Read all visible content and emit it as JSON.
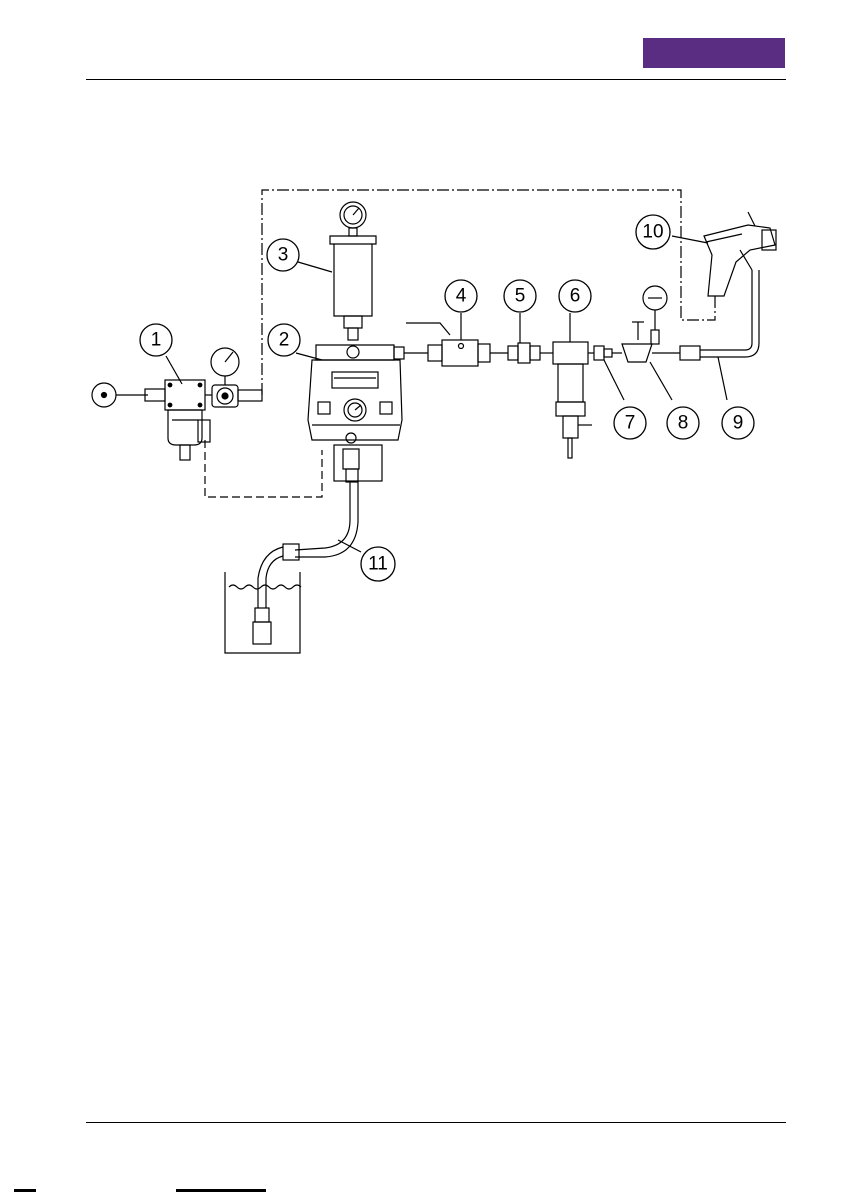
{
  "header": {
    "tab_color": "#5a2d82"
  },
  "diagram": {
    "callouts": [
      "1",
      "2",
      "3",
      "4",
      "5",
      "6",
      "7",
      "8",
      "9",
      "10",
      "11"
    ]
  }
}
